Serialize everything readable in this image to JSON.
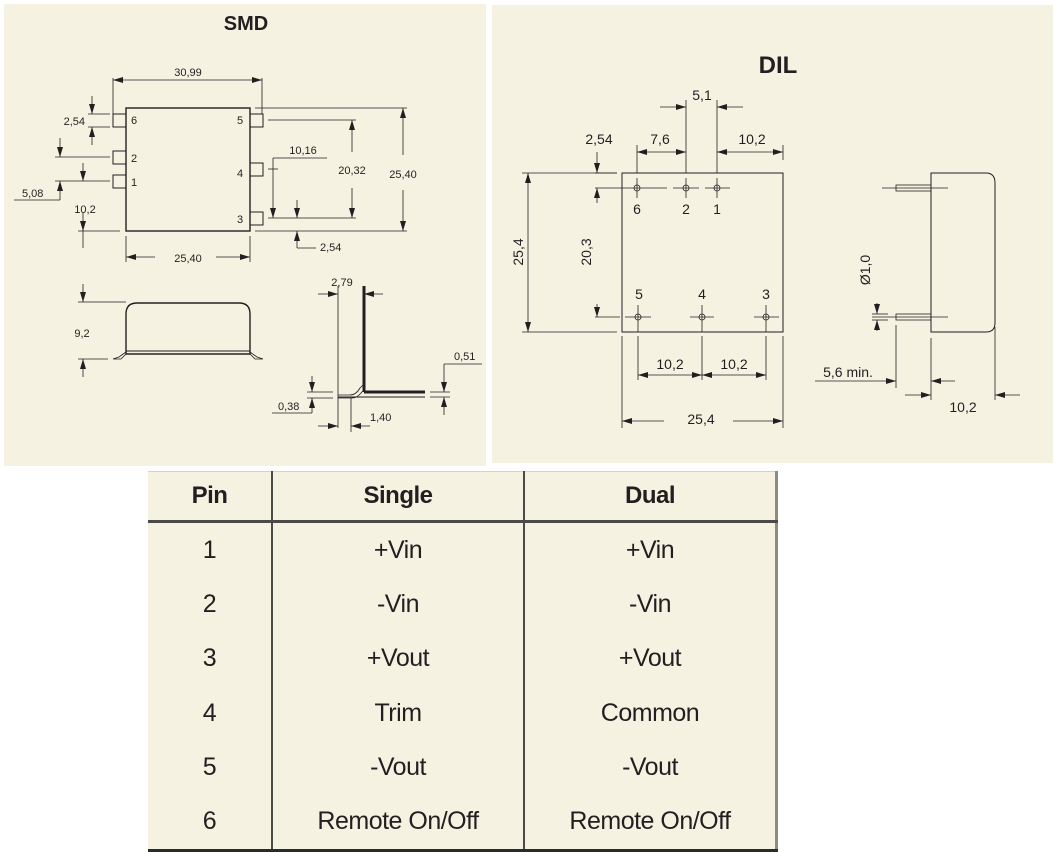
{
  "smd": {
    "title": "SMD",
    "top_view": {
      "pins": [
        "6",
        "2",
        "1",
        "5",
        "4",
        "3"
      ],
      "dims": {
        "overall_length_with_pins": "30,99",
        "pin_width": "2,54",
        "pin_spacing_1_2": "5,08",
        "pin1_to_edge": "10,2",
        "body_width": "25,40",
        "pin_spacing_5_3": "20,32",
        "pin_4_offset": "10,16",
        "body_height": "25,40",
        "pin3_to_edge": "2,54"
      }
    },
    "side_view": {
      "dims": {
        "height": "9,2"
      }
    },
    "lead_detail": {
      "dims": {
        "lead_length": "2,79",
        "lead_thickness_left": "0,38",
        "lead_thickness_right": "0,51",
        "lead_foot": "1,40"
      }
    }
  },
  "dil": {
    "title": "DIL",
    "top_view": {
      "pins_top": [
        "6",
        "2",
        "1"
      ],
      "pins_bottom": [
        "5",
        "4",
        "3"
      ],
      "dims": {
        "pin_1_2_spacing": "5,1",
        "pin_row_offset": "2,54",
        "pin_6_offset": "7,6",
        "pin_1_offset": "10,2",
        "body_height": "25,4",
        "row_spacing": "20,3",
        "pin_5_4_spacing": "10,2",
        "pin_4_3_spacing": "10,2",
        "body_width": "25,4"
      }
    },
    "side_view": {
      "dims": {
        "pin_diameter": "Ø1,0",
        "pin_length": "5,6 min.",
        "body_thickness": "10,2"
      }
    }
  },
  "pin_table": {
    "headers": [
      "Pin",
      "Single",
      "Dual"
    ],
    "rows": [
      [
        "1",
        "+Vin",
        "+Vin"
      ],
      [
        "2",
        "-Vin",
        "-Vin"
      ],
      [
        "3",
        "+Vout",
        "+Vout"
      ],
      [
        "4",
        "Trim",
        "Common"
      ],
      [
        "5",
        "-Vout",
        "-Vout"
      ],
      [
        "6",
        "Remote On/Off",
        "Remote On/Off"
      ]
    ]
  }
}
